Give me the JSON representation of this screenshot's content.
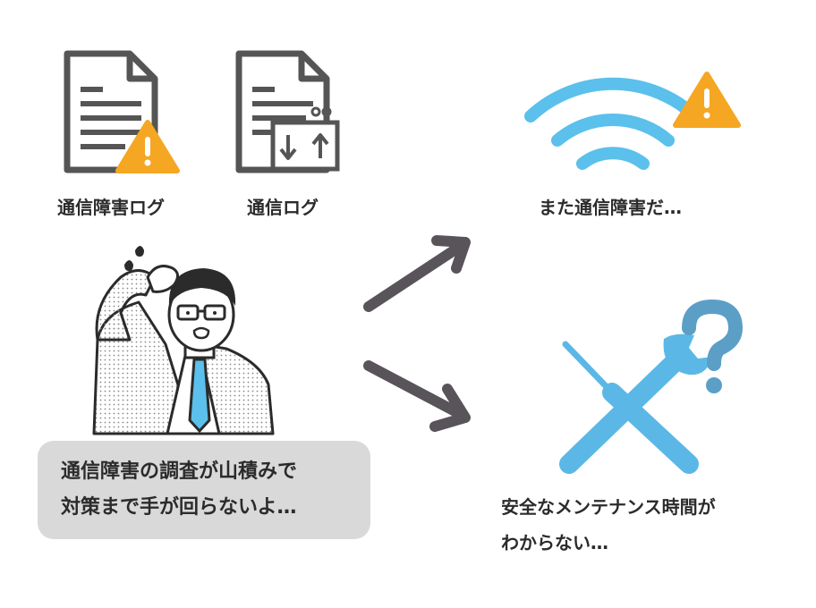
{
  "labels": {
    "fault_log": "通信障害ログ",
    "comm_log": "通信ログ",
    "again_fault": "また通信障害だ…"
  },
  "speech": {
    "line1": "通信障害の調査が山積みで",
    "line2": "対策まで手が回らないよ…"
  },
  "maintenance": {
    "line1": "安全なメンテナンス時間が",
    "line2": "わからない…"
  },
  "colors": {
    "icon_gray": "#555555",
    "warning_orange": "#f5a623",
    "wifi_blue": "#5bc0eb",
    "tool_blue": "#5bb8e6",
    "question_blue": "#5b9fc7",
    "arrow_gray": "#58545a",
    "speech_bg": "#d9d9d9"
  }
}
